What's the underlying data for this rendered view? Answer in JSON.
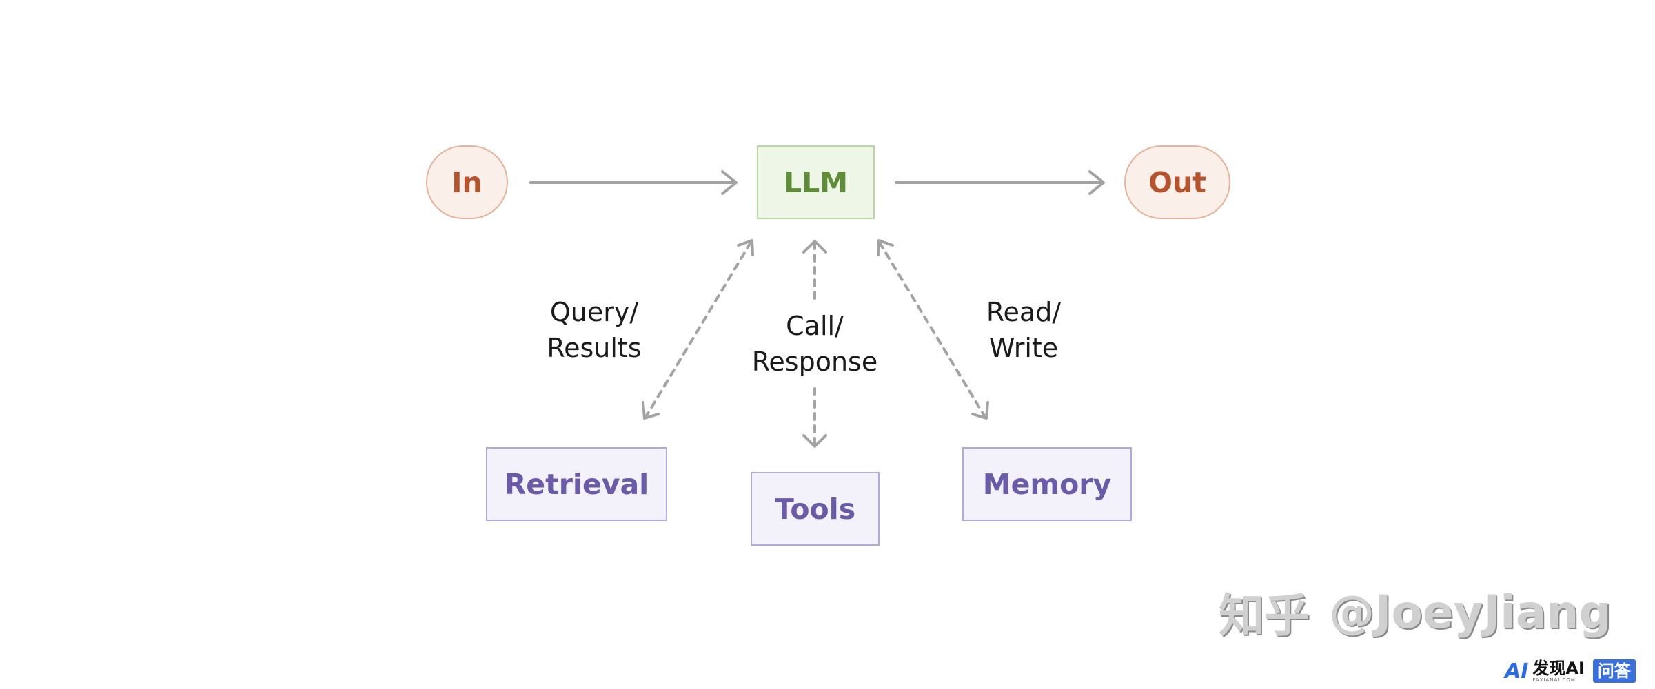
{
  "nodes": {
    "input": "In",
    "llm": "LLM",
    "output": "Out",
    "retrieval": "Retrieval",
    "tools": "Tools",
    "memory": "Memory"
  },
  "edge_labels": {
    "retrieval": [
      "Query/",
      "Results"
    ],
    "tools": [
      "Call/",
      "Response"
    ],
    "memory": [
      "Read/",
      "Write"
    ]
  },
  "watermark": {
    "text_cn": "知乎",
    "handle": "@JoeyJiang"
  },
  "brand": {
    "mark": "AI",
    "name": "发现AI",
    "sub": "FAXIANAI.COM",
    "badge": "问答"
  },
  "colors": {
    "io_border": "#e6b39a",
    "io_fill": "#fbefe9",
    "io_text": "#b5532c",
    "llm_border": "#b6d89f",
    "llm_fill": "#eef6e7",
    "llm_text": "#5f8c37",
    "tool_border": "#b2a8dc",
    "tool_fill": "#f3f1fa",
    "tool_text": "#6a5ba8",
    "arrow": "#a3a3a3"
  }
}
